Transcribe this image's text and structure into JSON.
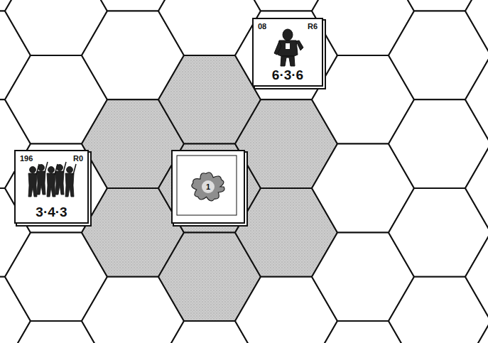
{
  "diagram": {
    "nodes": [
      {
        "text": [
          "08",
          "R6",
          "6·3·6"
        ]
      },
      {
        "text": [
          "196",
          "R0",
          "3·4·3"
        ]
      },
      {
        "text": [
          "1"
        ]
      }
    ]
  }
}
